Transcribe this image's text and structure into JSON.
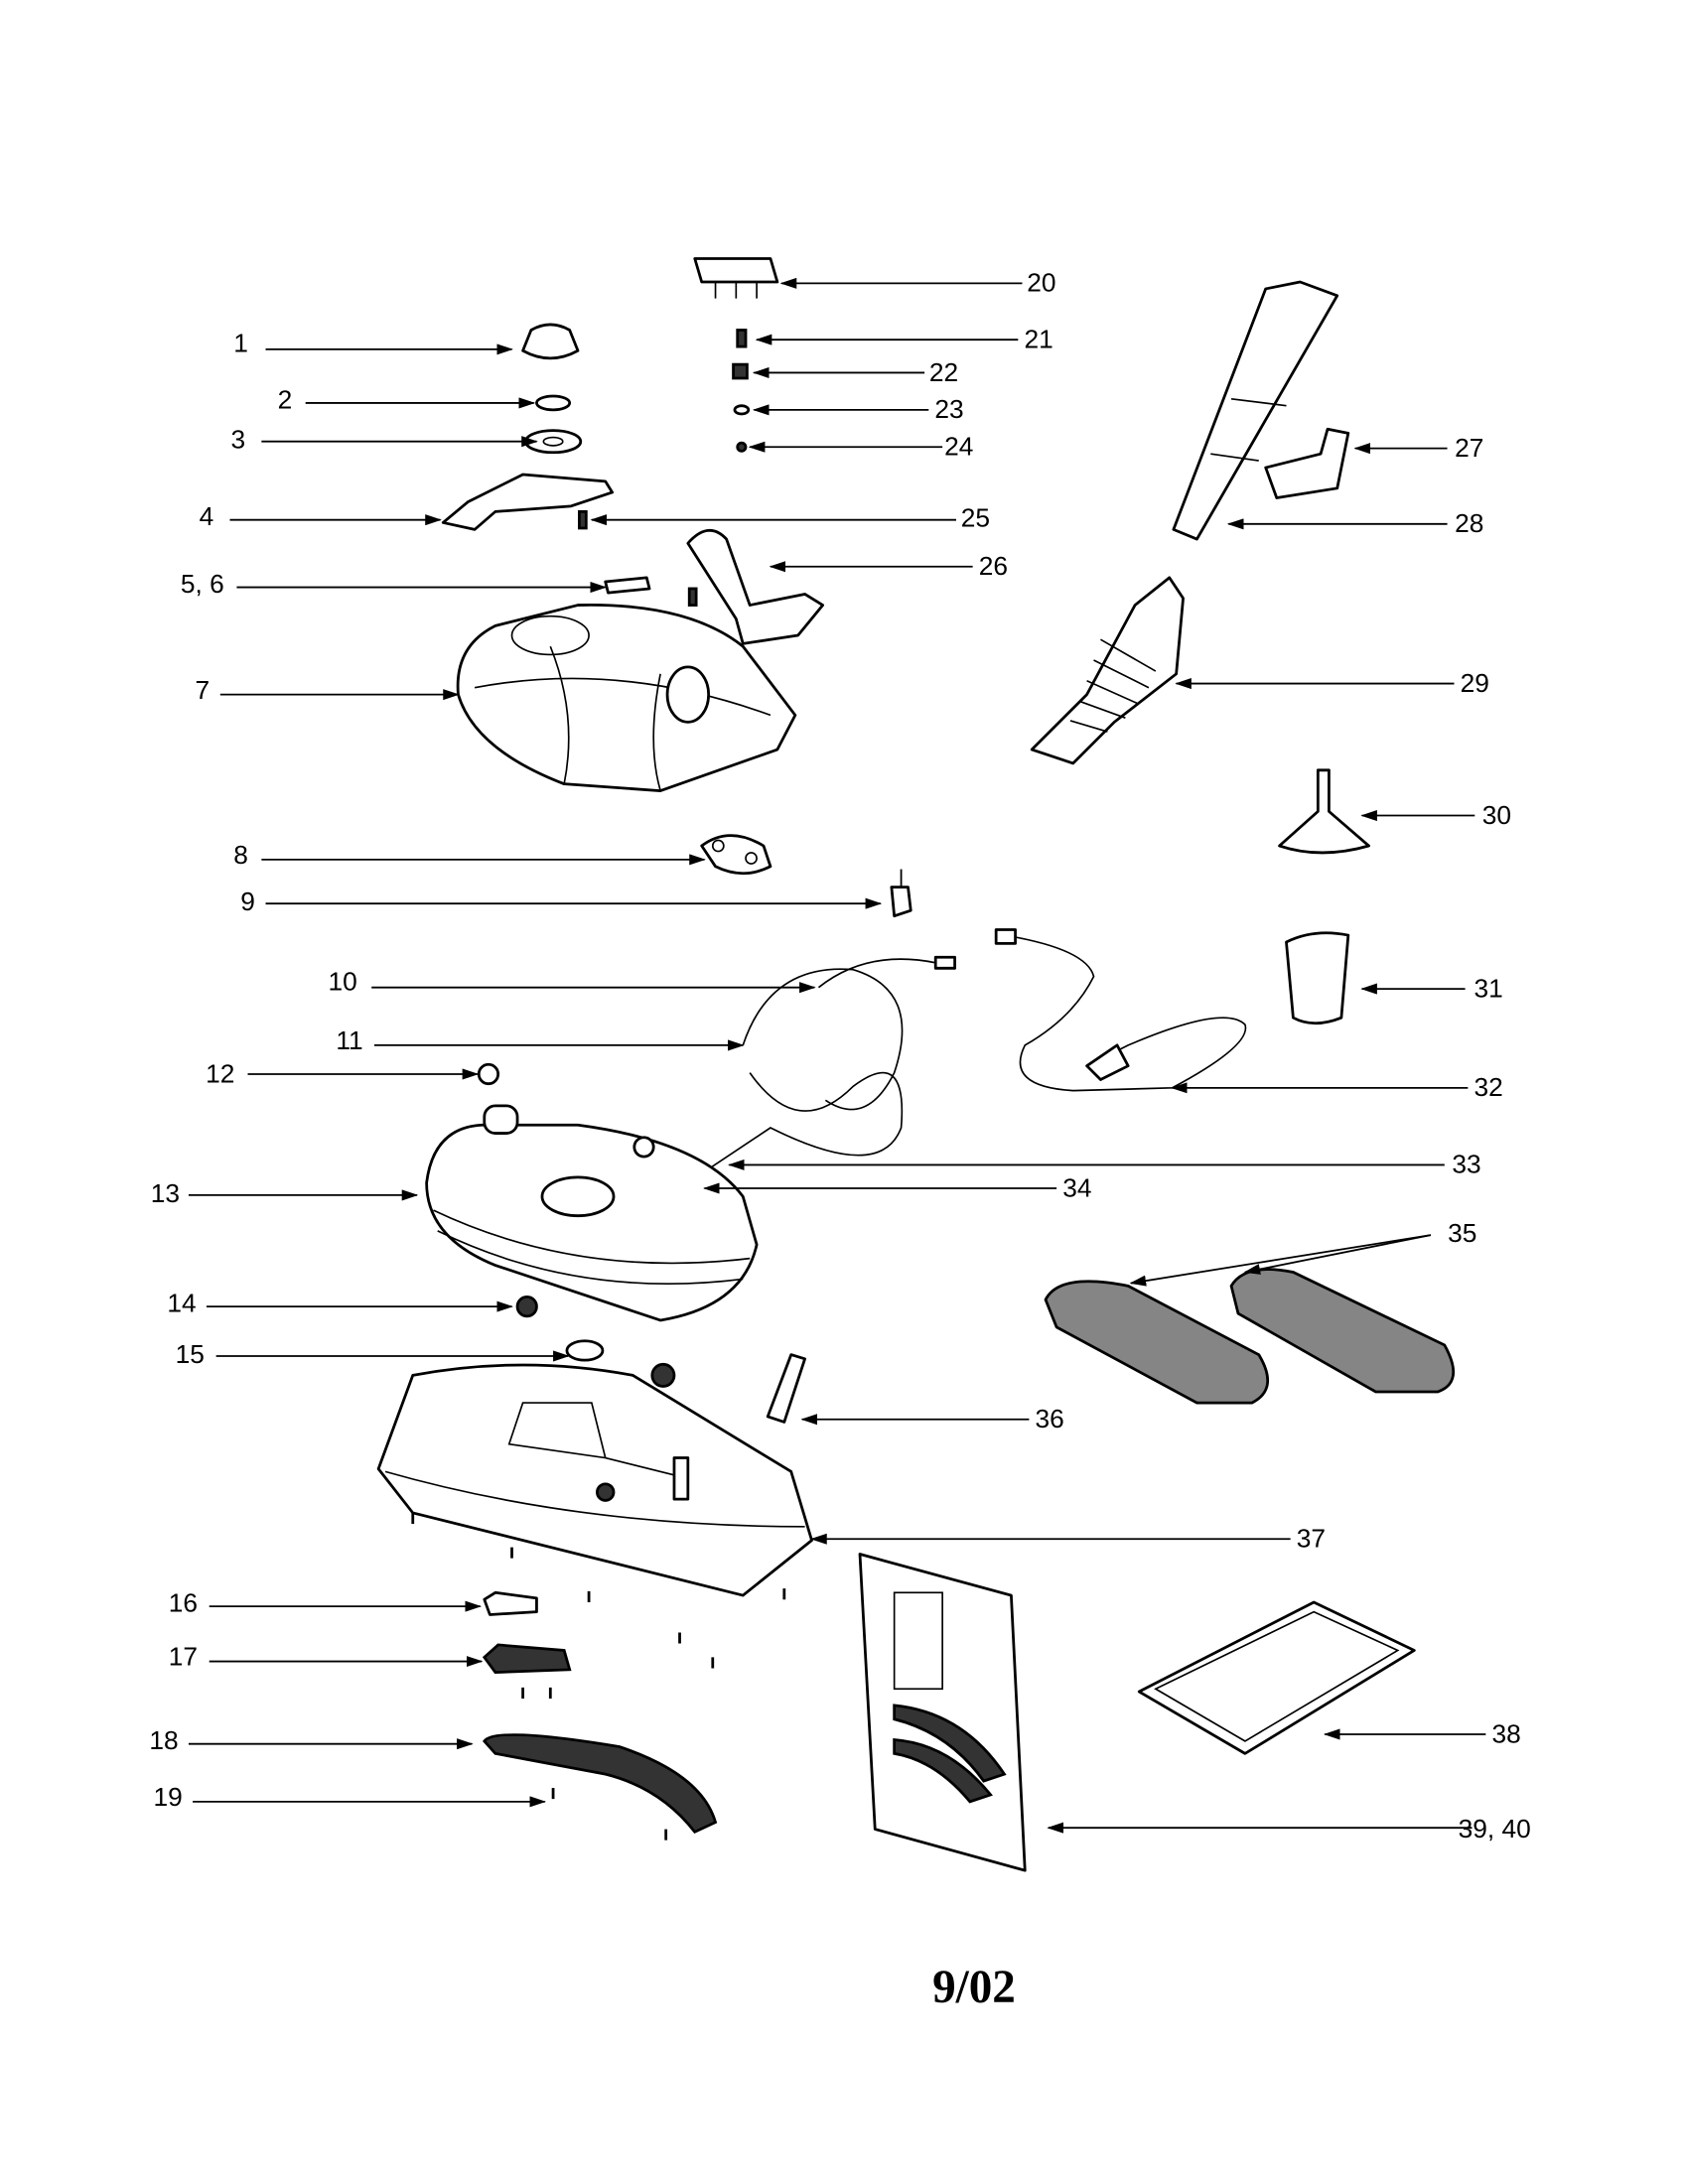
{
  "diagram": {
    "title": "Parts diagram",
    "callouts": [
      "1",
      "2",
      "3",
      "4",
      "5, 6",
      "7",
      "8",
      "9",
      "10",
      "11",
      "12",
      "13",
      "14",
      "15",
      "16",
      "17",
      "18",
      "19",
      "20",
      "21",
      "22",
      "23",
      "24",
      "25",
      "26",
      "27",
      "28",
      "29",
      "30",
      "31",
      "32",
      "33",
      "34",
      "35",
      "36",
      "37",
      "38",
      "39, 40"
    ],
    "footer": "9/02"
  }
}
